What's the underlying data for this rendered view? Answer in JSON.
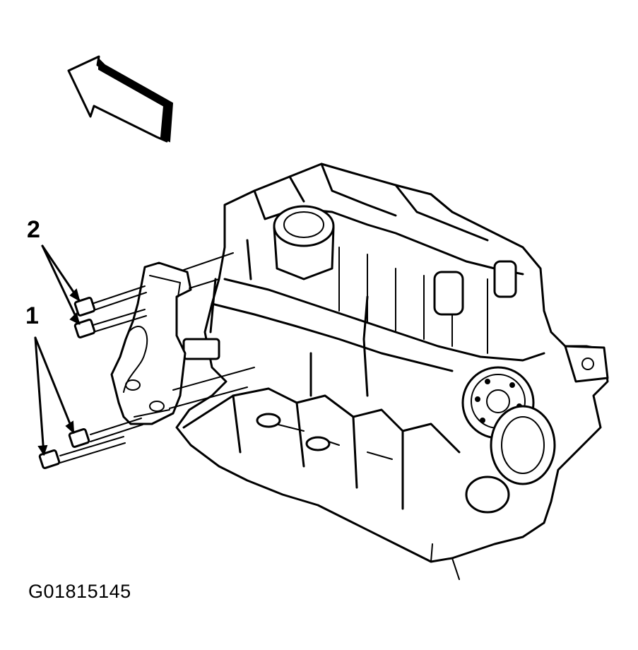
{
  "diagram": {
    "callouts": [
      {
        "number": "2",
        "label": "bolt-callout-2"
      },
      {
        "number": "1",
        "label": "bolt-callout-1"
      }
    ],
    "figure_id": "G01815145",
    "icons": {
      "direction_arrow": "front-direction-arrow-icon",
      "bolt": "bolt-icon",
      "bracket": "mounting-bracket-icon",
      "engine": "engine-block-icon"
    }
  }
}
